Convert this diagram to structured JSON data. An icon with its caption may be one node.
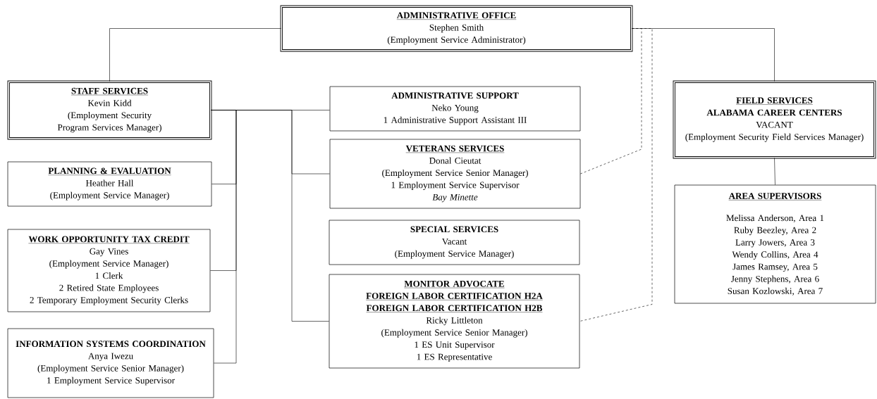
{
  "diagram": {
    "nodes": [
      {
        "text": [
          "ADMINISTRATIVE OFFICE",
          "Stephen Smith",
          "(Employment Service Administrator)"
        ]
      },
      {
        "text": [
          "STAFF SERVICES",
          "Kevin Kidd",
          "(Employment Security Program Services Manager)"
        ]
      },
      {
        "text": [
          "PLANNING & EVALUATION",
          "Heather Hall",
          "(Employment Service Manager)"
        ]
      },
      {
        "text": [
          "WORK OPPORTUNITY TAX CREDIT",
          "Gay Vines",
          "(Employment Service Manager)",
          "1 Clerk",
          "2 Retired State Employees",
          "2 Temporary Employment Security Clerks"
        ]
      },
      {
        "text": [
          "INFORMATION SYSTEMS COORDINATION",
          "Anya Iwezu",
          "(Employment Service Senior Manager)",
          "1 Employment Service Supervisor"
        ]
      },
      {
        "text": [
          "ADMINISTRATIVE SUPPORT",
          "Neko Young",
          "1 Administrative Support Assistant III"
        ]
      },
      {
        "text": [
          "VETERANS SERVICES",
          "Donal Cieutat",
          "(Employment Service Senior Manager)",
          "1 Employment Service Supervisor",
          "Bay Minette"
        ]
      },
      {
        "text": [
          "SPECIAL SERVICES",
          "Vacant",
          "(Employment Service Manager)"
        ]
      },
      {
        "text": [
          "MONITOR ADVOCATE",
          "FOREIGN LABOR CERTIFICATION H2A",
          "FOREIGN LABOR CERTIFICATION H2B",
          "Ricky Littleton",
          "(Employment Service Senior Manager)",
          "1 ES Unit Supervisor",
          "1 ES Representative"
        ]
      },
      {
        "text": [
          "FIELD SERVICES",
          "ALABAMA CAREER CENTERS",
          "VACANT",
          "(Employment Security Field Services Manager)"
        ]
      },
      {
        "text": [
          "AREA SUPERVISORS",
          "Melissa Anderson, Area 1",
          "Ruby Beezley, Area 2",
          "Larry Jowers, Area 3",
          "Wendy Collins, Area 4",
          "James Ramsey, Area 5",
          "Jenny Stephens, Area 6",
          "Susan Kozlowski, Area 7"
        ]
      }
    ],
    "edges": [
      {
        "from": 0,
        "to": 1,
        "arrow": "none"
      },
      {
        "from": 0,
        "to": 9,
        "arrow": "none"
      },
      {
        "from": 1,
        "to": 2,
        "arrow": "none"
      },
      {
        "from": 1,
        "to": 3,
        "arrow": "none"
      },
      {
        "from": 1,
        "to": 4,
        "arrow": "none"
      },
      {
        "from": 1,
        "to": 5,
        "arrow": "none"
      },
      {
        "from": 1,
        "to": 6,
        "arrow": "none"
      },
      {
        "from": 1,
        "to": 8,
        "arrow": "none"
      },
      {
        "from": 0,
        "to": 6,
        "arrow": "none",
        "style": "dashed"
      },
      {
        "from": 0,
        "to": 8,
        "arrow": "none",
        "style": "dashed"
      },
      {
        "from": 9,
        "to": 10,
        "arrow": "none"
      }
    ]
  }
}
